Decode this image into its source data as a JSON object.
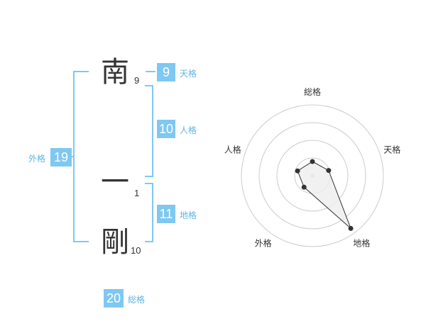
{
  "name": {
    "chars": [
      {
        "char": "南",
        "strokes": "9"
      },
      {
        "char": "一",
        "strokes": "1"
      },
      {
        "char": "剛",
        "strokes": "10"
      }
    ]
  },
  "kakusu": {
    "tenkaku": {
      "value": "9",
      "label": "天格"
    },
    "jinkaku": {
      "value": "10",
      "label": "人格"
    },
    "chikaku": {
      "value": "11",
      "label": "地格"
    },
    "gaikaku": {
      "value": "19",
      "label": "外格"
    },
    "soukaku": {
      "value": "20",
      "label": "総格"
    }
  },
  "chart_data": {
    "type": "radar",
    "axes": [
      "総格",
      "天格",
      "地格",
      "外格",
      "人格"
    ],
    "series": [
      {
        "values": [
          1.0,
          1.2,
          4.6,
          1.0,
          1.1
        ]
      }
    ],
    "range": [
      0,
      5
    ],
    "rings": 4,
    "colors": {
      "stroke": "#333333",
      "fill": "#eeeeee",
      "ring": "#cccccc"
    }
  },
  "colors": {
    "accent": "#7ec8f2",
    "label": "#5fb4e6"
  }
}
